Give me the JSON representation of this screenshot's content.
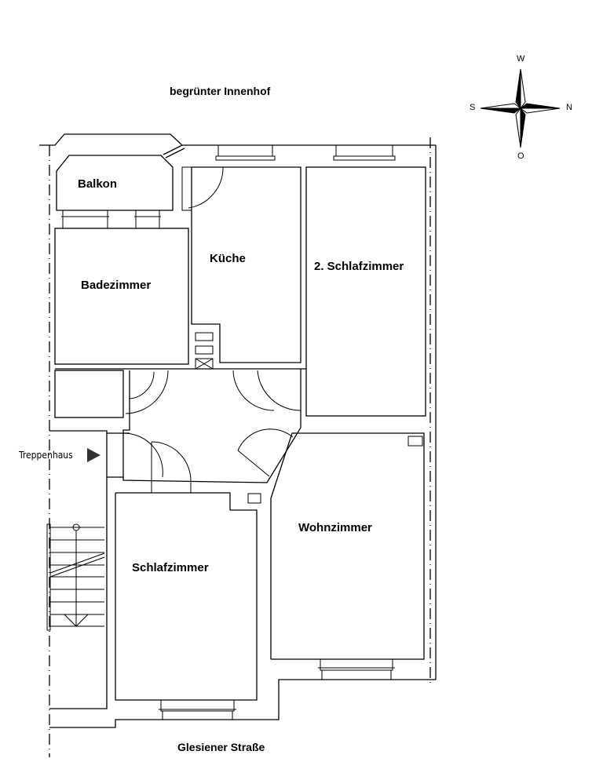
{
  "plan": {
    "top_label": "begrünter Innenhof",
    "bottom_label": "Glesiener Straße",
    "stairwell_label": "Treppenhaus",
    "rooms": {
      "balkon": "Balkon",
      "kueche": "Küche",
      "schlafzimmer2": "2. Schlafzimmer",
      "badezimmer": "Badezimmer",
      "wohnzimmer": "Wohnzimmer",
      "schlafzimmer": "Schlafzimmer"
    }
  },
  "compass": {
    "west": "W",
    "south": "S",
    "north": "N",
    "east": "O"
  }
}
